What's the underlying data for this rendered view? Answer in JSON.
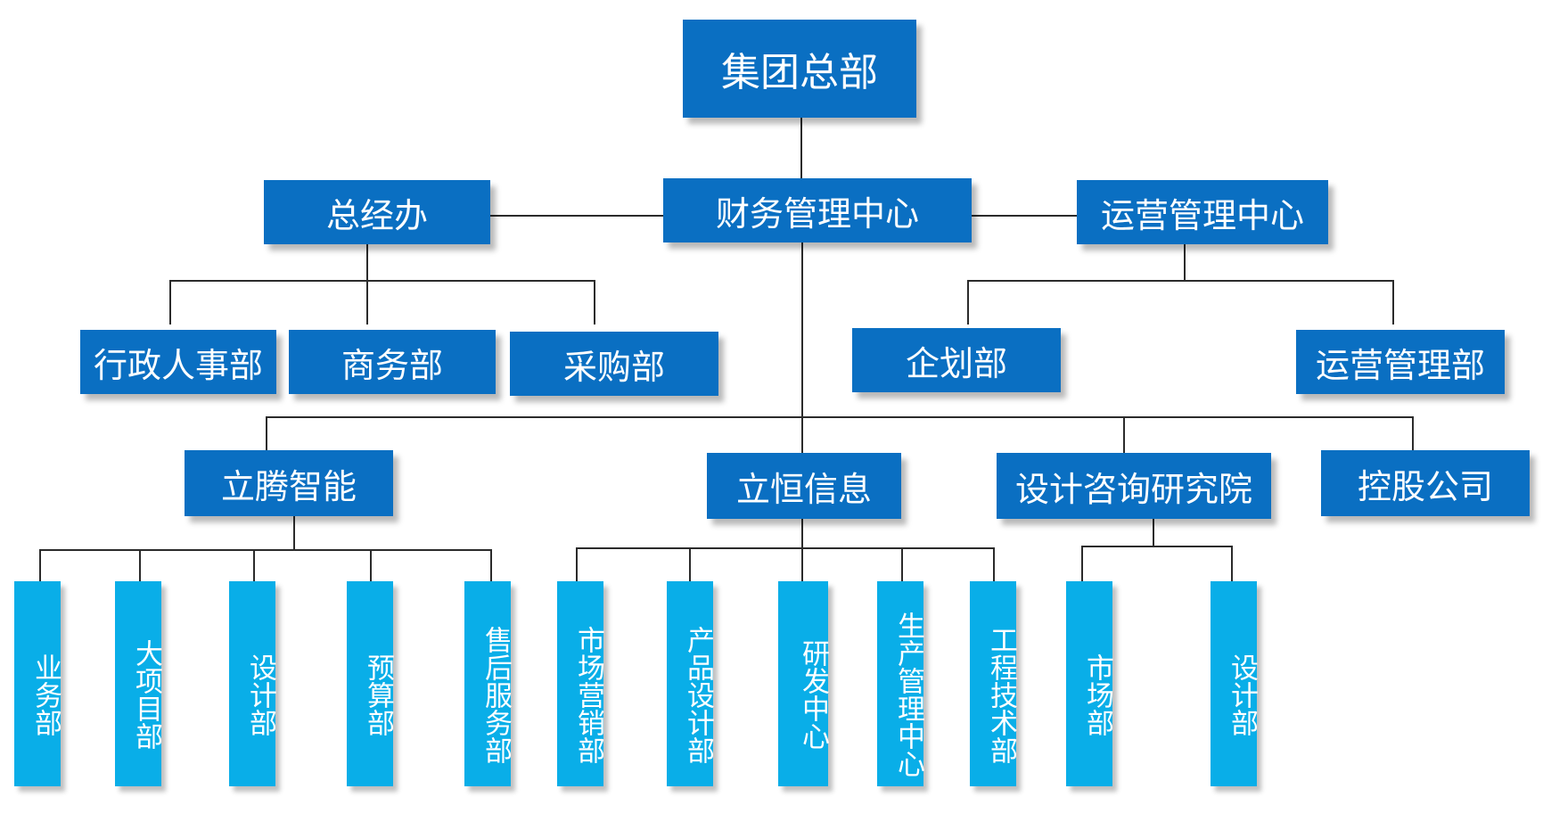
{
  "colors": {
    "primary_box": "#0a6fc2",
    "secondary_box": "#09aee8",
    "line": "#2b2b2b"
  },
  "org": {
    "root": "集团总部",
    "centers": {
      "left": "总经办",
      "middle": "财务管理中心",
      "right": "运营管理中心"
    },
    "left_depts": [
      "行政人事部",
      "商务部",
      "采购部"
    ],
    "right_depts": [
      "企划部",
      "运营管理部"
    ],
    "subsidiaries": [
      "立腾智能",
      "立恒信息",
      "设计咨询研究院",
      "控股公司"
    ],
    "liteng_depts": [
      "业务部",
      "大项目部",
      "设计部",
      "预算部",
      "售后服务部"
    ],
    "liheng_depts": [
      "市场营销部",
      "产品设计部",
      "研发中心",
      "生产管理中心",
      "工程技术部"
    ],
    "design_inst_depts": [
      "市场部",
      "设计部"
    ]
  }
}
